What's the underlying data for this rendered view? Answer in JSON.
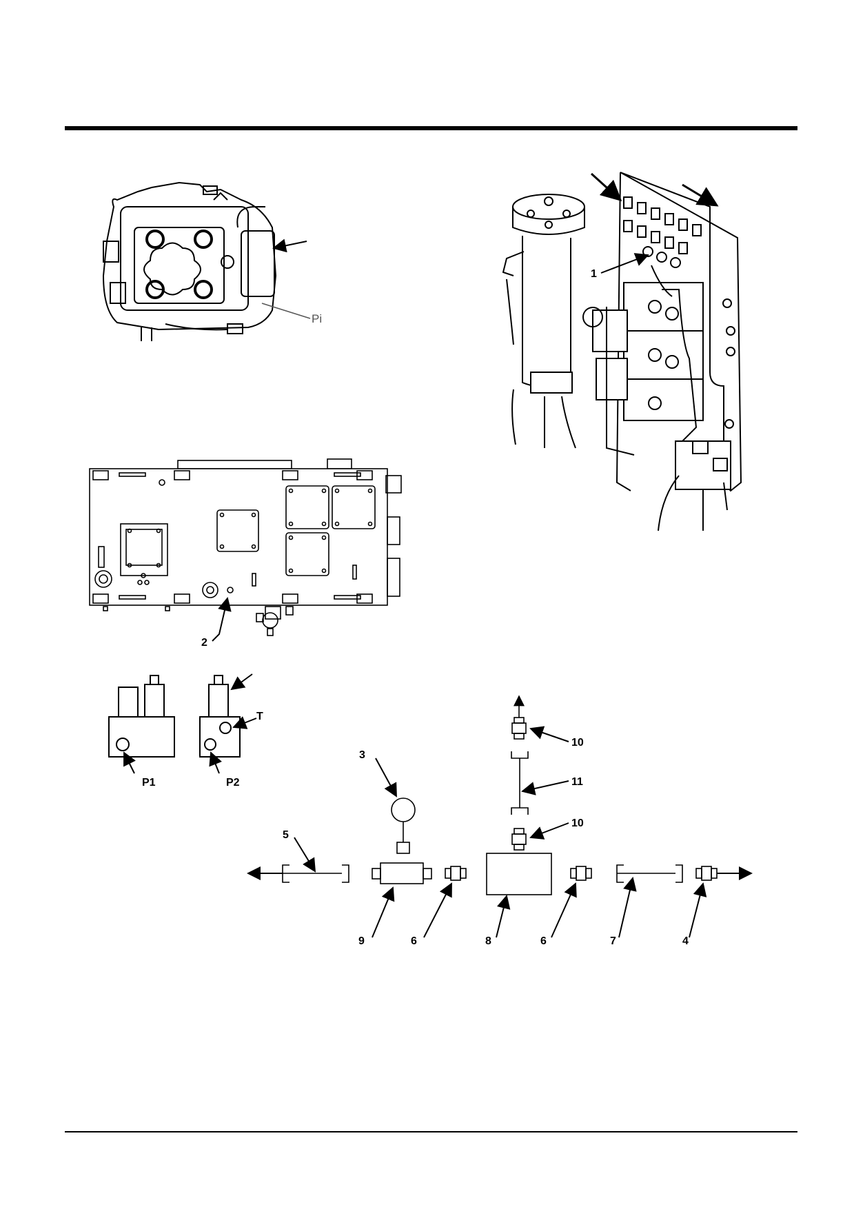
{
  "figure_top": {
    "pump_label": "Pi",
    "callout_1": "1",
    "callout_2": "2"
  },
  "figure_bottom": {
    "valve_labels": {
      "t": "T",
      "p1": "P1",
      "p2": "P2"
    },
    "callouts": {
      "c3": "3",
      "c4": "4",
      "c5": "5",
      "c6a": "6",
      "c6b": "6",
      "c7": "7",
      "c8": "8",
      "c9": "9",
      "c10a": "10",
      "c10b": "10",
      "c11": "11"
    }
  }
}
